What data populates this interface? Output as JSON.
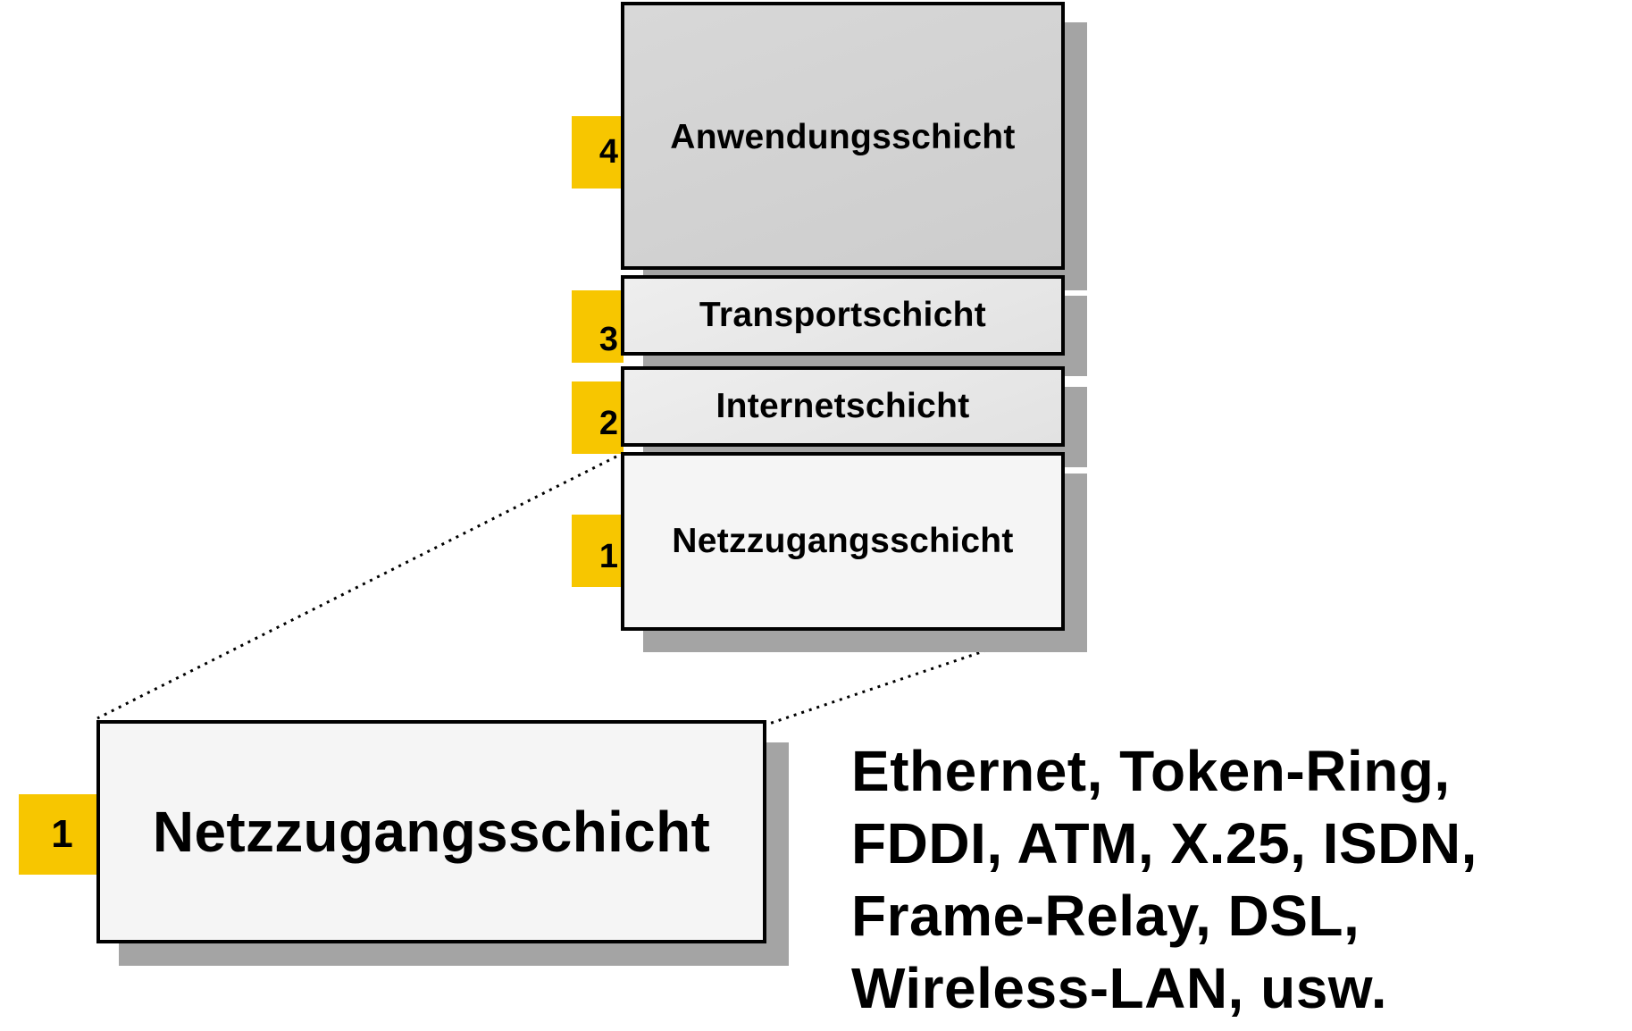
{
  "layers": [
    {
      "number": "4",
      "label": "Anwendungsschicht"
    },
    {
      "number": "3",
      "label": "Transportschicht"
    },
    {
      "number": "2",
      "label": "Internetschicht"
    },
    {
      "number": "1",
      "label": "Netzzugangsschicht"
    }
  ],
  "detail": {
    "number": "1",
    "label": "Netzzugangsschicht"
  },
  "protocols": [
    "Ethernet, Token-Ring,",
    "FDDI, ATM, X.25, ISDN,",
    "Frame-Relay, DSL,",
    "Wireless-LAN, usw."
  ],
  "colors": {
    "number_badge": "#f7c600",
    "shadow": "#a4a4a4",
    "border": "#000000"
  }
}
